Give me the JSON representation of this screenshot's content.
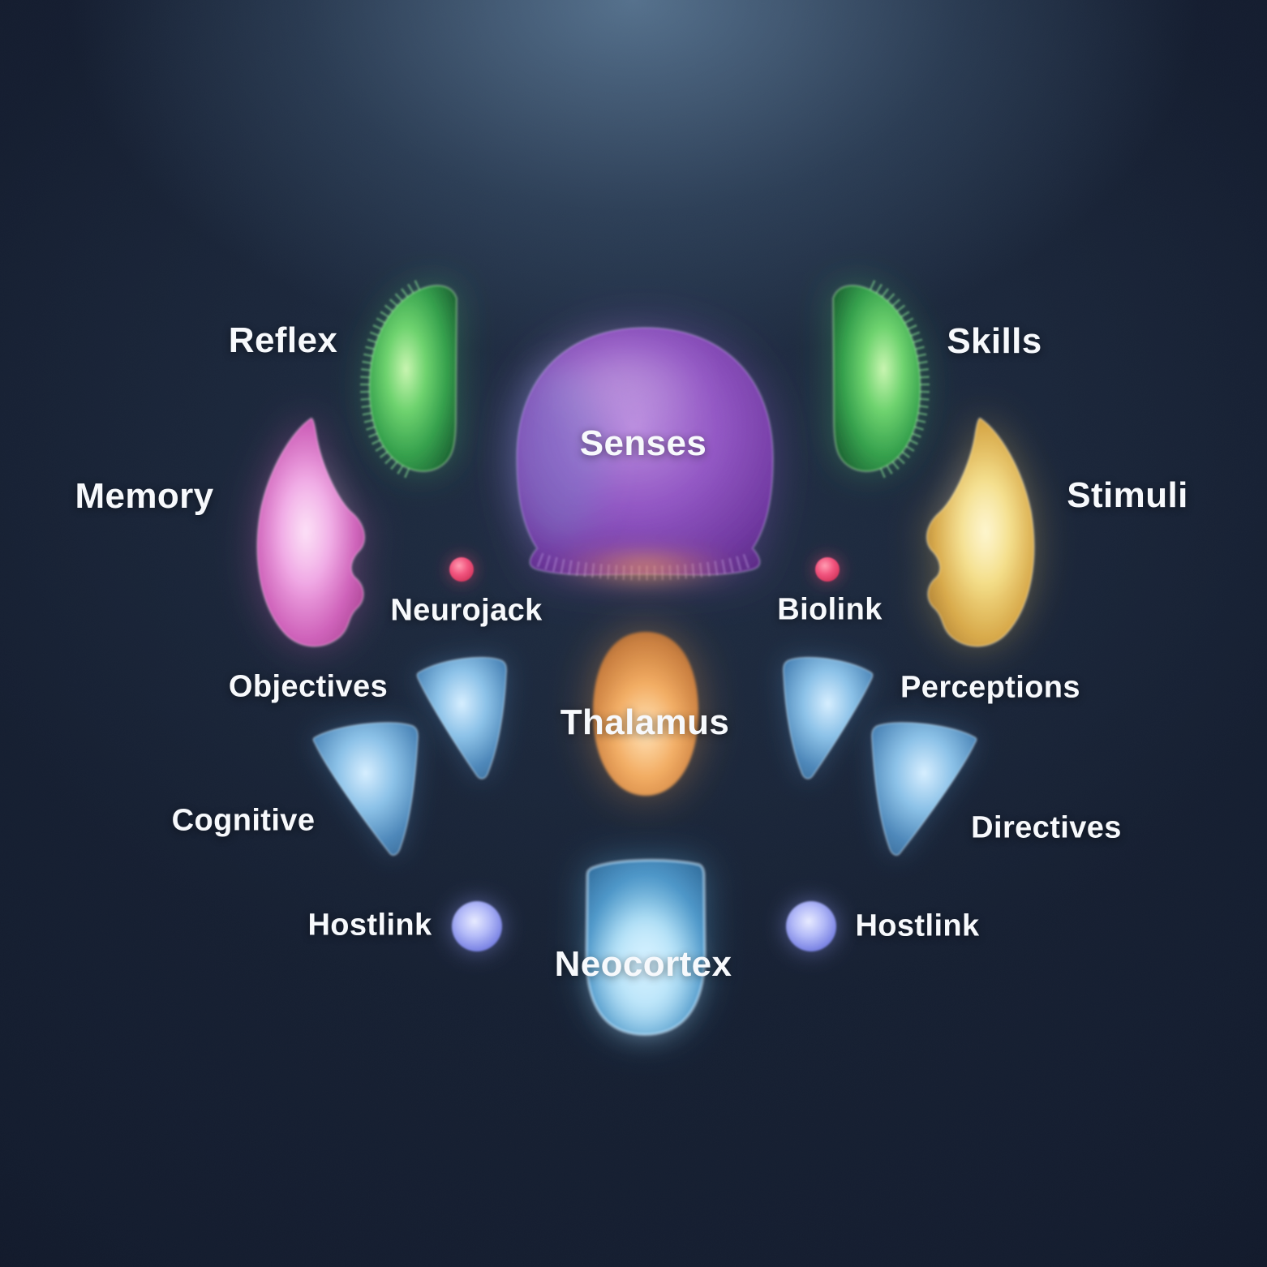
{
  "diagram_title": "exploded-neural-implant-diagram",
  "background": {
    "glow_top": "#4c6a86",
    "mid": "#1b2639",
    "edge": "#090d18"
  },
  "labels": {
    "reflex": "Reflex",
    "skills": "Skills",
    "memory": "Memory",
    "senses": "Senses",
    "stimuli": "Stimuli",
    "neurojack": "Neurojack",
    "biolink": "Biolink",
    "objectives": "Objectives",
    "perceptions": "Perceptions",
    "thalamus": "Thalamus",
    "cognitive": "Cognitive",
    "directives": "Directives",
    "hostlink_left": "Hostlink",
    "hostlink_right": "Hostlink",
    "neocortex": "Neocortex"
  },
  "nodes": [
    {
      "id": "reflex",
      "label": "Reflex",
      "color": "#3fae57"
    },
    {
      "id": "skills",
      "label": "Skills",
      "color": "#3fae57"
    },
    {
      "id": "senses",
      "label": "Senses",
      "color": "#8d50bc"
    },
    {
      "id": "memory",
      "label": "Memory",
      "color": "#cf62ba"
    },
    {
      "id": "stimuli",
      "label": "Stimuli",
      "color": "#d8a94a"
    },
    {
      "id": "neurojack",
      "label": "Neurojack",
      "color": "#f2547e"
    },
    {
      "id": "biolink",
      "label": "Biolink",
      "color": "#f2547e"
    },
    {
      "id": "thalamus",
      "label": "Thalamus",
      "color": "#f2ab60"
    },
    {
      "id": "objectives",
      "label": "Objectives",
      "color": "#8cc2e8"
    },
    {
      "id": "perceptions",
      "label": "Perceptions",
      "color": "#8cc2e8"
    },
    {
      "id": "cognitive",
      "label": "Cognitive",
      "color": "#8cc2e8"
    },
    {
      "id": "directives",
      "label": "Directives",
      "color": "#8cc2e8"
    },
    {
      "id": "hostlink_left",
      "label": "Hostlink",
      "color": "#8d96f0"
    },
    {
      "id": "hostlink_right",
      "label": "Hostlink",
      "color": "#8d96f0"
    },
    {
      "id": "neocortex",
      "label": "Neocortex",
      "color": "#4e97c9"
    }
  ]
}
